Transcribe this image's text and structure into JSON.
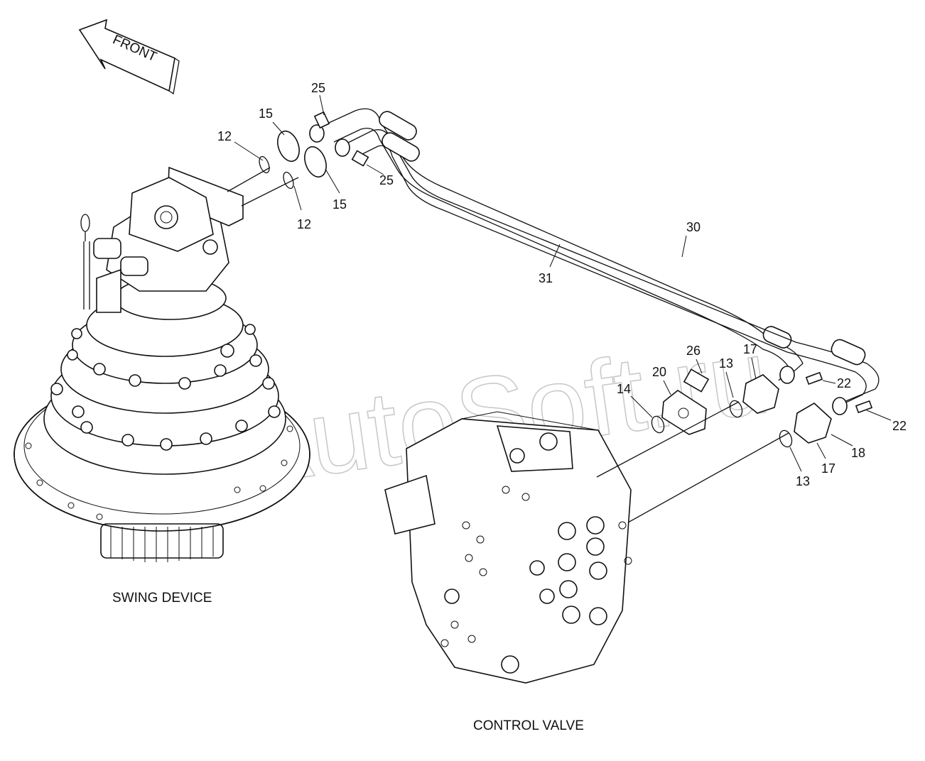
{
  "front_arrow": {
    "text": "FRONT"
  },
  "watermark": {
    "text": "AutoSoft.ru"
  },
  "assemblies": {
    "swing_device": "SWING DEVICE",
    "control_valve": "CONTROL VALVE"
  },
  "callouts": [
    {
      "id": "c25a",
      "text": "25"
    },
    {
      "id": "c15a",
      "text": "15"
    },
    {
      "id": "c12a",
      "text": "12"
    },
    {
      "id": "c25b",
      "text": "25"
    },
    {
      "id": "c15b",
      "text": "15"
    },
    {
      "id": "c12b",
      "text": "12"
    },
    {
      "id": "c30",
      "text": "30"
    },
    {
      "id": "c31",
      "text": "31"
    },
    {
      "id": "c26",
      "text": "26"
    },
    {
      "id": "c20",
      "text": "20"
    },
    {
      "id": "c13a",
      "text": "13"
    },
    {
      "id": "c17a",
      "text": "17"
    },
    {
      "id": "c14",
      "text": "14"
    },
    {
      "id": "c22a",
      "text": "22"
    },
    {
      "id": "c22b",
      "text": "22"
    },
    {
      "id": "c18",
      "text": "18"
    },
    {
      "id": "c17b",
      "text": "17"
    },
    {
      "id": "c13b",
      "text": "13"
    }
  ]
}
